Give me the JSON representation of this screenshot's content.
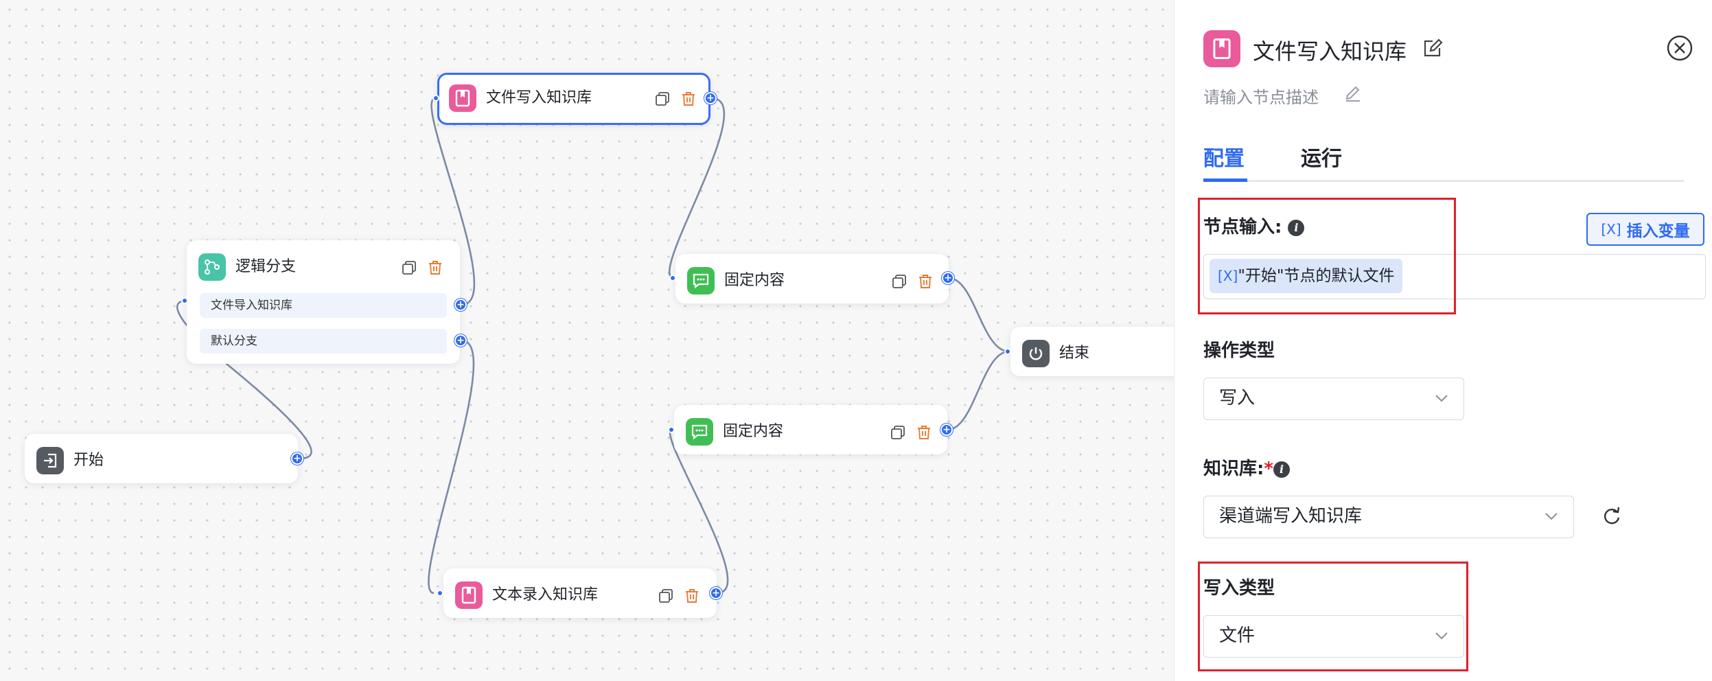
{
  "canvas": {
    "nodes": {
      "kb_file": {
        "title": "文件写入知识库"
      },
      "logic": {
        "title": "逻辑分支",
        "branches": [
          "文件导入知识库",
          "默认分支"
        ]
      },
      "fixed1": {
        "title": "固定内容"
      },
      "fixed2": {
        "title": "固定内容"
      },
      "end": {
        "title": "结束"
      },
      "start": {
        "title": "开始"
      },
      "kb_text": {
        "title": "文本录入知识库"
      }
    }
  },
  "panel": {
    "title": "文件写入知识库",
    "description_placeholder": "请输入节点描述",
    "tabs": [
      {
        "label": "配置",
        "active": true
      },
      {
        "label": "运行",
        "active": false
      }
    ],
    "node_input": {
      "label": "节点输入:",
      "insert_variable_label": "插入变量",
      "variable_tag": "\"开始\"节点的默认文件"
    },
    "operation_type": {
      "label": "操作类型",
      "value": "写入"
    },
    "knowledge_base": {
      "label": "知识库:",
      "required_mark": "*",
      "value": "渠道端写入知识库"
    },
    "write_type": {
      "label": "写入类型",
      "value": "文件"
    }
  },
  "colors": {
    "accent": "#2f6bf2",
    "kb_icon": "#ea5b9b",
    "logic_icon": "#49c4a8",
    "message_icon": "#3fbf53",
    "dark_icon": "#565a61",
    "delete": "#ea7a33",
    "highlight_box": "#e0202b"
  }
}
